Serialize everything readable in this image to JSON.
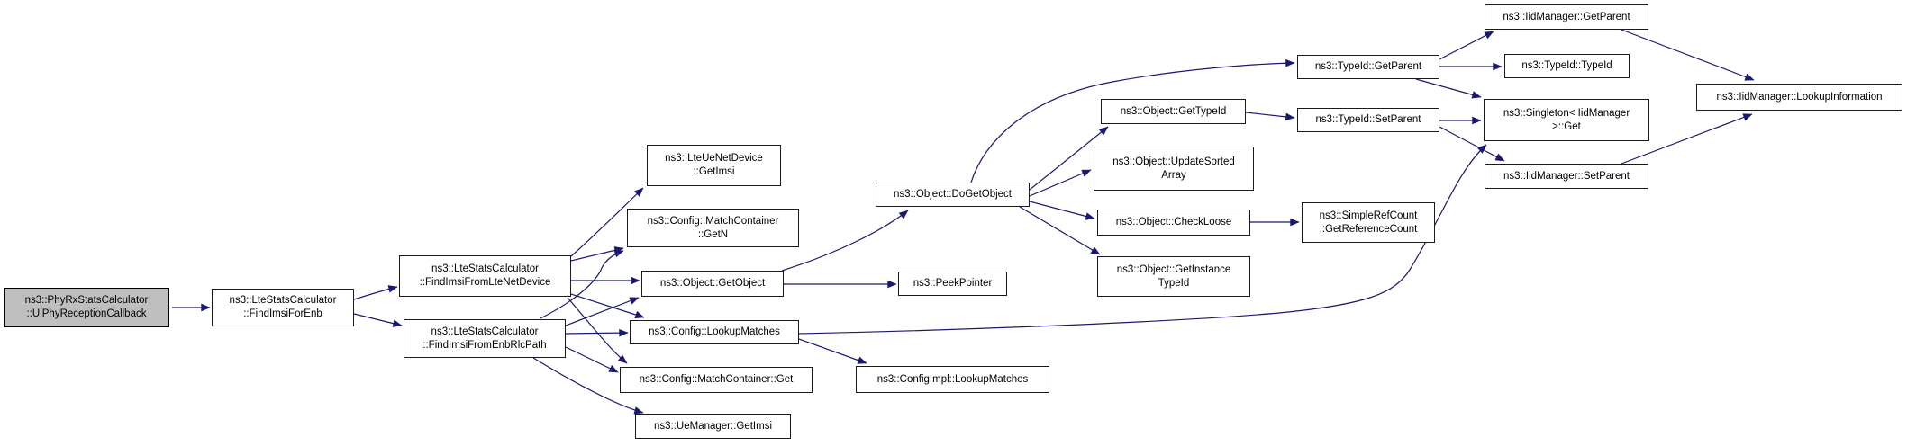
{
  "diagram": {
    "kind": "doxygen-call-graph",
    "colors": {
      "edge": "#191970",
      "node_fill": "#ffffff",
      "node_border": "#1a1a1a",
      "highlight_fill": "#bfbfbf",
      "background": "#ffffff"
    },
    "nodes": [
      {
        "id": "phy-rx-ul-phy-reception-callback",
        "highlight": true,
        "lines": [
          "ns3::PhyRxStatsCalculator",
          "::UlPhyReceptionCallback"
        ]
      },
      {
        "id": "lte-stats-find-imsi-for-enb",
        "highlight": false,
        "lines": [
          "ns3::LteStatsCalculator",
          "::FindImsiForEnb"
        ]
      },
      {
        "id": "lte-stats-find-imsi-from-lte-net-device",
        "highlight": false,
        "lines": [
          "ns3::LteStatsCalculator",
          "::FindImsiFromLteNetDevice"
        ]
      },
      {
        "id": "lte-stats-find-imsi-from-enb-rlc-path",
        "highlight": false,
        "lines": [
          "ns3::LteStatsCalculator",
          "::FindImsiFromEnbRlcPath"
        ]
      },
      {
        "id": "lte-ue-net-device-get-imsi",
        "highlight": false,
        "lines": [
          "ns3::LteUeNetDevice",
          "::GetImsi"
        ]
      },
      {
        "id": "config-match-container-get-n",
        "highlight": false,
        "lines": [
          "ns3::Config::MatchContainer",
          "::GetN"
        ]
      },
      {
        "id": "object-get-object",
        "highlight": false,
        "lines": [
          "ns3::Object::GetObject"
        ]
      },
      {
        "id": "config-lookup-matches",
        "highlight": false,
        "lines": [
          "ns3::Config::LookupMatches"
        ]
      },
      {
        "id": "config-match-container-get",
        "highlight": false,
        "lines": [
          "ns3::Config::MatchContainer::Get"
        ]
      },
      {
        "id": "ue-manager-get-imsi",
        "highlight": false,
        "lines": [
          "ns3::UeManager::GetImsi"
        ]
      },
      {
        "id": "object-do-get-object",
        "highlight": false,
        "lines": [
          "ns3::Object::DoGetObject"
        ]
      },
      {
        "id": "peek-pointer",
        "highlight": false,
        "lines": [
          "ns3::PeekPointer"
        ]
      },
      {
        "id": "config-impl-lookup-matches",
        "highlight": false,
        "lines": [
          "ns3::ConfigImpl::LookupMatches"
        ]
      },
      {
        "id": "object-get-type-id",
        "highlight": false,
        "lines": [
          "ns3::Object::GetTypeId"
        ]
      },
      {
        "id": "object-update-sorted-array",
        "highlight": false,
        "lines": [
          "ns3::Object::UpdateSorted",
          "Array"
        ]
      },
      {
        "id": "object-check-loose",
        "highlight": false,
        "lines": [
          "ns3::Object::CheckLoose"
        ]
      },
      {
        "id": "object-get-instance-type-id",
        "highlight": false,
        "lines": [
          "ns3::Object::GetInstance",
          "TypeId"
        ]
      },
      {
        "id": "simple-ref-count-get-reference-count",
        "highlight": false,
        "lines": [
          "ns3::SimpleRefCount",
          "::GetReferenceCount"
        ]
      },
      {
        "id": "type-id-get-parent",
        "highlight": false,
        "lines": [
          "ns3::TypeId::GetParent"
        ]
      },
      {
        "id": "type-id-set-parent",
        "highlight": false,
        "lines": [
          "ns3::TypeId::SetParent"
        ]
      },
      {
        "id": "type-id-type-id",
        "highlight": false,
        "lines": [
          "ns3::TypeId::TypeId"
        ]
      },
      {
        "id": "iid-manager-get-parent",
        "highlight": false,
        "lines": [
          "ns3::IidManager::GetParent"
        ]
      },
      {
        "id": "singleton-iid-manager-get",
        "highlight": false,
        "lines": [
          "ns3::Singleton< IidManager",
          ">::Get"
        ]
      },
      {
        "id": "iid-manager-set-parent",
        "highlight": false,
        "lines": [
          "ns3::IidManager::SetParent"
        ]
      },
      {
        "id": "iid-manager-lookup-information",
        "highlight": false,
        "lines": [
          "ns3::IidManager::LookupInformation"
        ]
      }
    ],
    "edges": [
      {
        "from": "phy-rx-ul-phy-reception-callback",
        "to": "lte-stats-find-imsi-for-enb"
      },
      {
        "from": "lte-stats-find-imsi-for-enb",
        "to": "lte-stats-find-imsi-from-lte-net-device"
      },
      {
        "from": "lte-stats-find-imsi-for-enb",
        "to": "lte-stats-find-imsi-from-enb-rlc-path"
      },
      {
        "from": "lte-stats-find-imsi-from-lte-net-device",
        "to": "lte-ue-net-device-get-imsi"
      },
      {
        "from": "lte-stats-find-imsi-from-lte-net-device",
        "to": "config-match-container-get-n"
      },
      {
        "from": "lte-stats-find-imsi-from-lte-net-device",
        "to": "object-get-object"
      },
      {
        "from": "lte-stats-find-imsi-from-lte-net-device",
        "to": "config-lookup-matches"
      },
      {
        "from": "lte-stats-find-imsi-from-lte-net-device",
        "to": "config-match-container-get"
      },
      {
        "from": "lte-stats-find-imsi-from-enb-rlc-path",
        "to": "config-match-container-get-n"
      },
      {
        "from": "lte-stats-find-imsi-from-enb-rlc-path",
        "to": "object-get-object"
      },
      {
        "from": "lte-stats-find-imsi-from-enb-rlc-path",
        "to": "config-lookup-matches"
      },
      {
        "from": "lte-stats-find-imsi-from-enb-rlc-path",
        "to": "config-match-container-get"
      },
      {
        "from": "lte-stats-find-imsi-from-enb-rlc-path",
        "to": "ue-manager-get-imsi"
      },
      {
        "from": "object-get-object",
        "to": "object-do-get-object"
      },
      {
        "from": "object-get-object",
        "to": "peek-pointer"
      },
      {
        "from": "config-lookup-matches",
        "to": "config-impl-lookup-matches"
      },
      {
        "from": "config-lookup-matches",
        "to": "singleton-iid-manager-get"
      },
      {
        "from": "object-do-get-object",
        "to": "type-id-get-parent"
      },
      {
        "from": "object-do-get-object",
        "to": "object-get-type-id"
      },
      {
        "from": "object-do-get-object",
        "to": "object-update-sorted-array"
      },
      {
        "from": "object-do-get-object",
        "to": "object-check-loose"
      },
      {
        "from": "object-do-get-object",
        "to": "object-get-instance-type-id"
      },
      {
        "from": "object-check-loose",
        "to": "simple-ref-count-get-reference-count"
      },
      {
        "from": "object-get-type-id",
        "to": "type-id-set-parent"
      },
      {
        "from": "type-id-get-parent",
        "to": "iid-manager-get-parent"
      },
      {
        "from": "type-id-get-parent",
        "to": "type-id-type-id"
      },
      {
        "from": "type-id-get-parent",
        "to": "singleton-iid-manager-get"
      },
      {
        "from": "type-id-set-parent",
        "to": "singleton-iid-manager-get"
      },
      {
        "from": "type-id-set-parent",
        "to": "iid-manager-set-parent"
      },
      {
        "from": "iid-manager-get-parent",
        "to": "iid-manager-lookup-information"
      },
      {
        "from": "iid-manager-set-parent",
        "to": "iid-manager-lookup-information"
      }
    ]
  }
}
